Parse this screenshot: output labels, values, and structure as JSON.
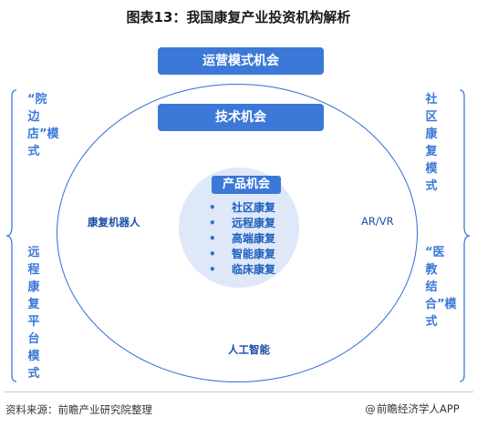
{
  "title": "图表13：我国康复产业投资机构解析",
  "diagram": {
    "top_bar": "运营模式机会",
    "mid_bar": "技术机会",
    "product_title": "产品机会",
    "product_items": [
      "社区康复",
      "远程康复",
      "高端康复",
      "智能康复",
      "临床康复"
    ],
    "bullet": "•",
    "left_label": "康复机器人",
    "right_label": "AR/VR",
    "bottom_label": "人工智能",
    "left_side_1": "“院边店”模式",
    "left_side_2": "远程康复平台模式",
    "right_side_1": "社区康复模式",
    "right_side_2": "“医教结合”模式"
  },
  "footer": {
    "source": "资料来源：前瞻产业研究院整理",
    "brand": "前瞻经济学人APP"
  },
  "colors": {
    "accent": "#3b78d8",
    "ellipse_border": "#2e6fce",
    "inner_circle": "#dfe8f8",
    "text_blue": "#1a4fa8"
  }
}
